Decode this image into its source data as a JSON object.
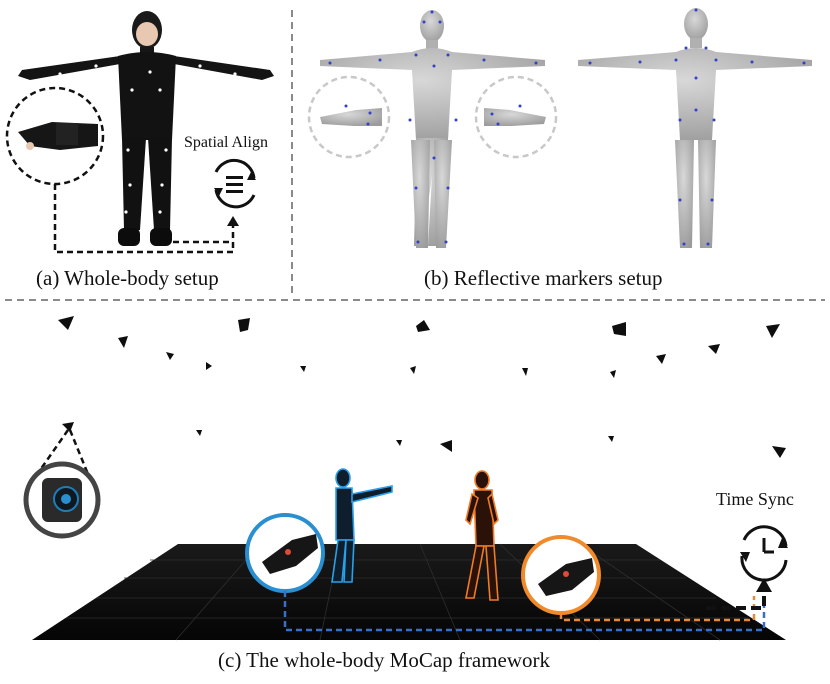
{
  "panel_a": {
    "caption": "(a) Whole-body setup",
    "spatial_align_label": "Spatial Align"
  },
  "panel_b": {
    "caption": "(b) Reflective markers setup"
  },
  "panel_c": {
    "caption": "(c) The whole-body MoCap framework",
    "time_sync_label": "Time Sync"
  },
  "colors": {
    "divider": "#8a8a8a",
    "blue_path": "#3a6fc9",
    "orange_path": "#e8893a",
    "black_path": "#111111",
    "floor": "#0b0b0b",
    "marker": "#3340c8",
    "mesh": "#b9b9b9"
  }
}
